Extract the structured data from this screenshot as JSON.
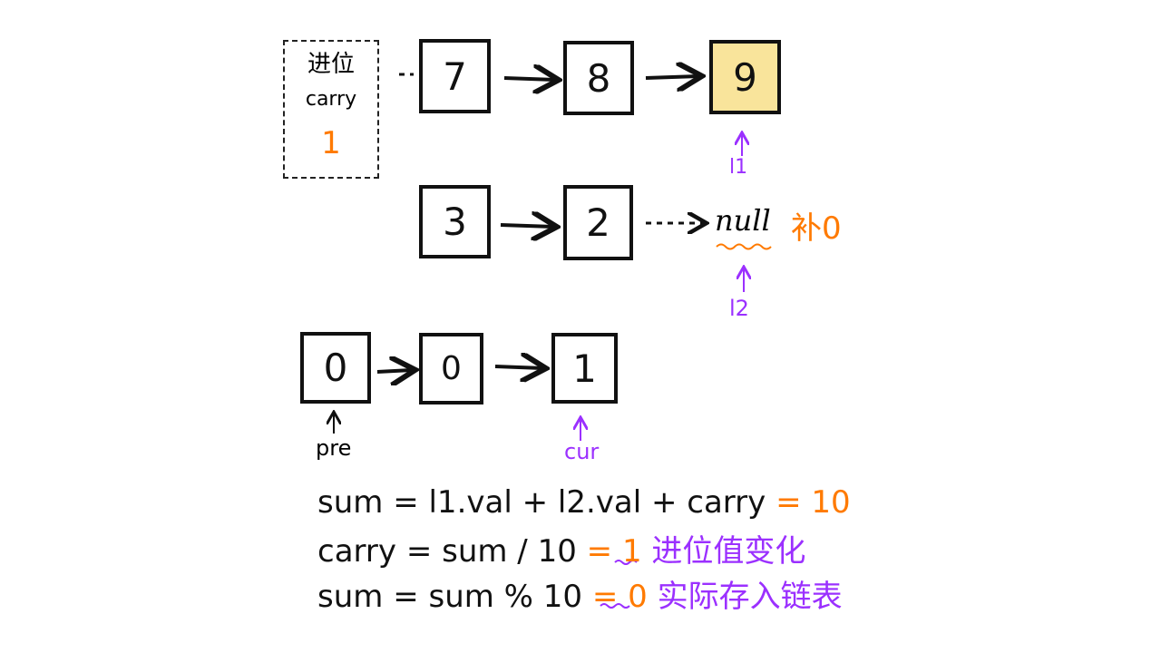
{
  "carry_box": {
    "title": "进位",
    "label": "carry",
    "value": "1"
  },
  "list1": {
    "nodes": [
      "7",
      "8",
      "9"
    ],
    "highlighted_index": 2,
    "pointer": "l1"
  },
  "list2": {
    "nodes": [
      "3",
      "2"
    ],
    "null_label": "null",
    "pad_note": "补0",
    "pointer": "l2"
  },
  "result": {
    "nodes": [
      "0",
      "0",
      "1"
    ],
    "pre_label": "pre",
    "cur_label": "cur"
  },
  "formulas": [
    {
      "expr": "sum = l1.val + l2.val + carry",
      "result": "= 10",
      "note": ""
    },
    {
      "expr": "carry = sum / 10",
      "result": "= 1",
      "note": "进位值变化"
    },
    {
      "expr": "sum = sum % 10",
      "result": "= 0",
      "note": "实际存入链表"
    }
  ],
  "colors": {
    "highlight": "#f9e49b",
    "accent_orange": "#ff7a00",
    "accent_purple": "#9b30ff",
    "ink": "#111111"
  }
}
